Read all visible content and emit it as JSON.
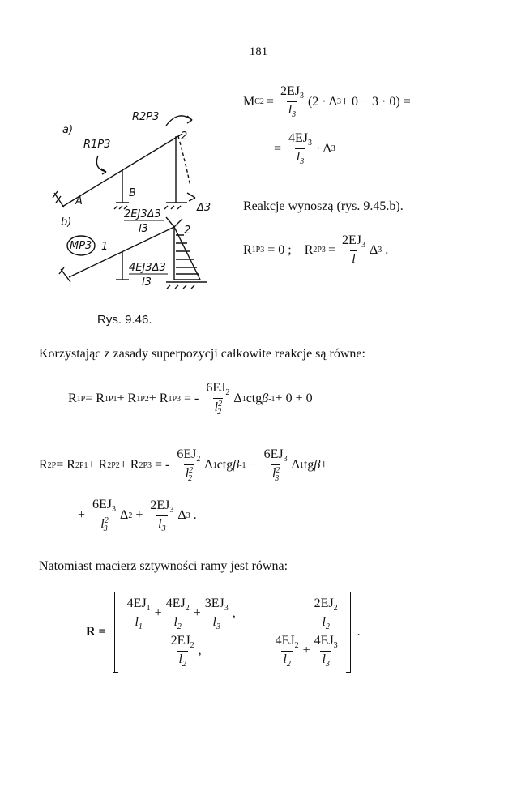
{
  "page_number": "181",
  "figure": {
    "caption": "Rys. 9.46.",
    "a_label": "a)",
    "b_label": "b)",
    "R1P_label": "R1P3",
    "R2P_label": "R2P3",
    "node2_a": "2",
    "node_A": "A",
    "node_B": "B",
    "delta3": "Δ3",
    "moment_label": "MP3",
    "node1_b": "1",
    "node2_b": "2",
    "top_diag_num": "2EJ3Δ3",
    "top_diag_den": "l3",
    "bottom_diag_num": "4EJ3Δ3",
    "bottom_diag_den": "l3"
  },
  "eq_mc2": {
    "lhs": "M",
    "lhs_sub": "C2",
    "eq": "=",
    "num": "2EJ",
    "num_sub": "3",
    "den": "l",
    "den_sub": "3",
    "rest": "(2 · Δ",
    "rest_sub": "3",
    "rest2": " + 0 − 3 · 0) ="
  },
  "eq_mc2b": {
    "eq": "=",
    "num": "4EJ",
    "num_sub": "3",
    "den": "l",
    "den_sub": "3",
    "rest": "· Δ",
    "rest_sub": "3"
  },
  "reactions_text": "Reakcje wynoszą (rys. 9.45.b).",
  "eq_r1p3": {
    "r1": "R",
    "r1_sub": "1P3",
    "r1_rhs": "= 0 ;",
    "r2": "R",
    "r2_sub": "2P3",
    "eq": "=",
    "num": "2EJ",
    "num_sub": "3",
    "den": "l",
    "rest": "Δ",
    "rest_sub": "3",
    "end": "."
  },
  "superposition_text": "Korzystając z zasady superpozycji całkowite reakcje są równe:",
  "eq_r1p": {
    "lhs": "R",
    "lhs_sub": "1P",
    "part1": " = R",
    "part1_sub": "1P1",
    "part2": " + R",
    "part2_sub": "1P2",
    "part3": " + R",
    "part3_sub": "1P3",
    "eq": " = -",
    "num": "6EJ",
    "num_sub": "2",
    "den": "l",
    "den_sup": "2",
    "den_sub": "2",
    "rest": "Δ",
    "rest_sub": "1",
    "rest2": "ctg",
    "beta": "β",
    "beta_sup": "-1",
    "end": " + 0 + 0"
  },
  "eq_r2p": {
    "lhs": "R",
    "lhs_sub": "2P",
    "part1": " = R",
    "part1_sub": "2P1",
    "part2": " + R",
    "part2_sub": "2P2",
    "part3": " + R",
    "part3_sub": "2P3",
    "eq": " = -",
    "f1_num": "6EJ",
    "f1_num_sub": "2",
    "f1_den": "l",
    "f1_den_sup": "2",
    "f1_den_sub": "2",
    "t1": "Δ",
    "t1_sub": "1",
    "t1b": "ctg",
    "beta": "β",
    "beta_sup": "-1",
    "minus": " − ",
    "f2_num": "6EJ",
    "f2_num_sub": "3",
    "f2_den": "l",
    "f2_den_sup": "2",
    "f2_den_sub": "3",
    "t2": "Δ",
    "t2_sub": "1",
    "t2b": "tg",
    "plus_end": " +"
  },
  "eq_r2p_cont": {
    "plus": "+",
    "f1_num": "6EJ",
    "f1_num_sub": "3",
    "f1_den": "l",
    "f1_den_sup": "2",
    "f1_den_sub": "3",
    "t1": "Δ",
    "t1_sub": "2",
    "plus2": " + ",
    "f2_num": "2EJ",
    "f2_num_sub": "3",
    "f2_den": "l",
    "f2_den_sub": "3",
    "t2": "Δ",
    "t2_sub": "3",
    "end": "."
  },
  "stiffness_text": "Natomiast macierz sztywności ramy jest równa:",
  "matrix": {
    "lhs": "R =",
    "a11_1_num": "4EJ",
    "a11_1_num_sub": "1",
    "a11_1_den_sub": "1",
    "a11_2_num": "4EJ",
    "a11_2_num_sub": "2",
    "a11_2_den_sub": "2",
    "a11_3_num": "3EJ",
    "a11_3_num_sub": "3",
    "a11_3_den_sub": "3",
    "a12_num": "2EJ",
    "a12_num_sub": "2",
    "a12_den_sub": "2",
    "a21_num": "2EJ",
    "a21_num_sub": "2",
    "a21_den_sub": "2",
    "a22_1_num": "4EJ",
    "a22_1_num_sub": "2",
    "a22_1_den_sub": "2",
    "a22_2_num": "4EJ",
    "a22_2_num_sub": "3",
    "a22_2_den_sub": "3",
    "l": "l",
    "plus": "+",
    "comma": ",",
    "end": "."
  }
}
